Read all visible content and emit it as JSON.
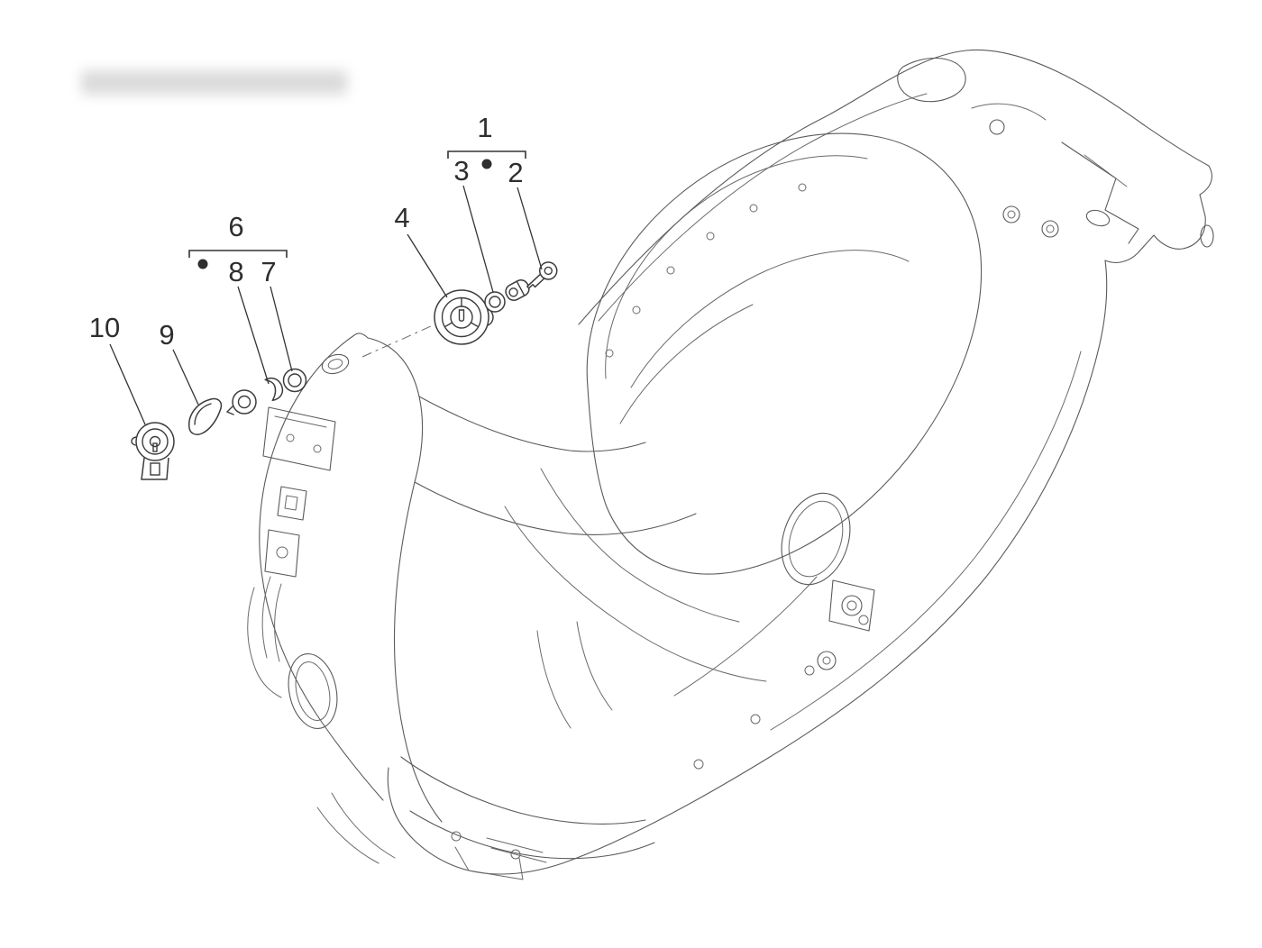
{
  "diagram": {
    "description": "Exploded parts diagram of scooter frame with lock hardware",
    "callouts": {
      "n1": "1",
      "n2": "2",
      "n3": "3",
      "n4": "4",
      "n6": "6",
      "n7": "7",
      "n8": "8",
      "n9": "9",
      "n10": "10"
    }
  },
  "colors": {
    "background": "#ffffff",
    "frame_line": "#5a5a5a",
    "part_line": "#3c3c3c",
    "callout_text": "#2e2e2e"
  }
}
